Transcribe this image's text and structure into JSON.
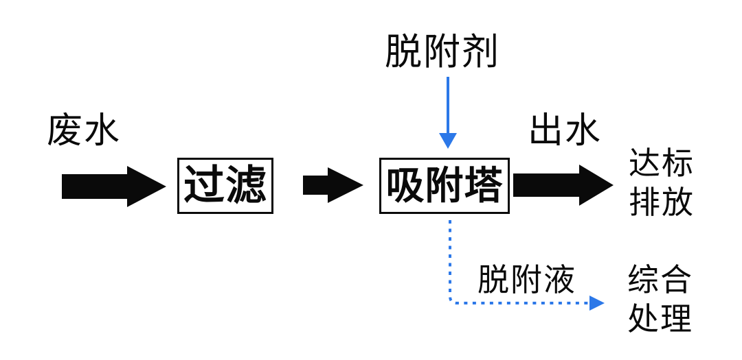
{
  "diagram": {
    "main_flow": {
      "input_label": "废水",
      "step1_label": "过滤",
      "step2_label": "吸附塔",
      "output_label": "出水",
      "result_line1": "达标",
      "result_line2": "排放"
    },
    "top_branch": {
      "label": "脱附剂"
    },
    "bottom_branch": {
      "label": "脱附液",
      "result_line1": "综合",
      "result_line2": "处理"
    },
    "colors": {
      "arrow_black": "#0a0a0a",
      "branch_blue": "#2c78e8"
    }
  }
}
